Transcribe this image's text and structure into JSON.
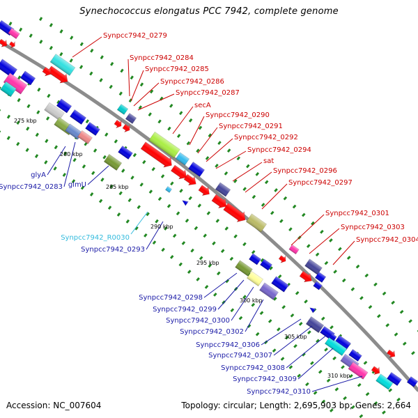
{
  "title": "Synechococcus elongatus PCC 7942, complete genome",
  "footer": {
    "accession": "Accession: NC_007604",
    "topology": "Topology: circular; Length: 2,695,903 bp; Genes: 2,664"
  },
  "ticks": [
    "275 kbp",
    "280 kbp",
    "285 kbp",
    "290 kbp",
    "295 kbp",
    "300 kbp",
    "305 kbp",
    "310 kbp"
  ],
  "labels_red": [
    "Synpcc7942_0279",
    "Synpcc7942_0284",
    "Synpcc7942_0285",
    "Synpcc7942_0286",
    "Synpcc7942_0287",
    "secA",
    "Synpcc7942_0290",
    "Synpcc7942_0291",
    "Synpcc7942_0292",
    "Synpcc7942_0294",
    "sat",
    "Synpcc7942_0296",
    "Synpcc7942_0297",
    "Synpcc7942_0301",
    "Synpcc7942_0303",
    "Synpcc7942_0304"
  ],
  "labels_blue": [
    "glyA",
    "Synpcc7942_0283",
    "glmU",
    "Synpcc7942_0293",
    "Synpcc7942_0298",
    "Synpcc7942_0299",
    "Synpcc7942_0300",
    "Synpcc7942_0302",
    "Synpcc7942_0306",
    "Synpcc7942_0307",
    "Synpcc7942_0308",
    "Synpcc7942_0309",
    "Synpcc7942_0310"
  ],
  "labels_cyan": [
    "Synpcc7942_R0030"
  ],
  "colors": {
    "backbone": "#8c8c8c",
    "forward_gene": "#e60000",
    "reverse_gene": "#0000dd",
    "label_red": "#cc0000",
    "label_blue": "#1a1aa6",
    "label_cyan": "#33bbdd",
    "dots": "#228822"
  }
}
